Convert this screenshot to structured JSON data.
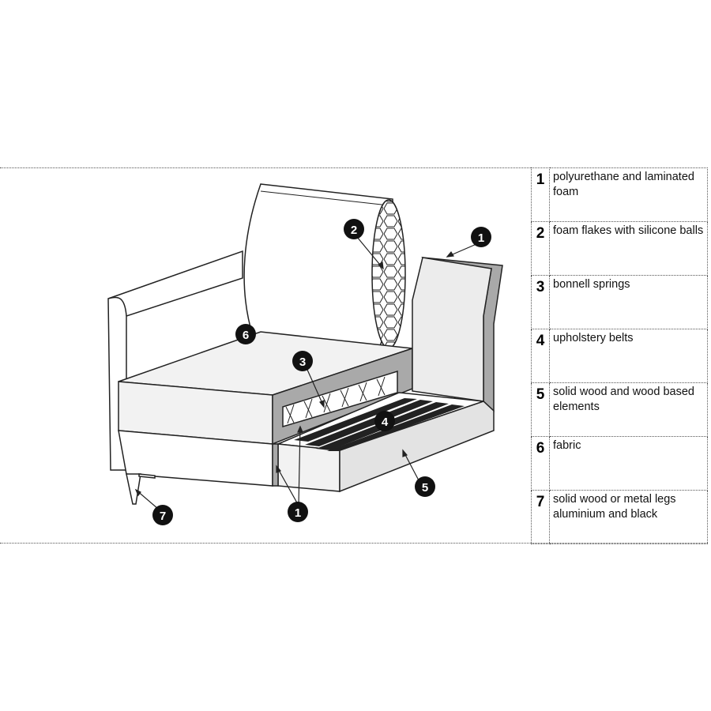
{
  "legend": [
    {
      "number": "1",
      "text": "polyurethane and laminated foam"
    },
    {
      "number": "2",
      "text": "foam flakes with silicone balls"
    },
    {
      "number": "3",
      "text": "bonnell springs"
    },
    {
      "number": "4",
      "text": "upholstery belts"
    },
    {
      "number": "5",
      "text": "solid wood and wood based elements"
    },
    {
      "number": "6",
      "text": "fabric"
    },
    {
      "number": "7",
      "text": "solid wood or metal legs aluminium and black"
    }
  ],
  "markers": {
    "foam_top": "1",
    "flakes": "2",
    "springs": "3",
    "belts": "4",
    "frame": "5",
    "fabric": "6",
    "leg": "7",
    "foam_bottom": "1"
  }
}
